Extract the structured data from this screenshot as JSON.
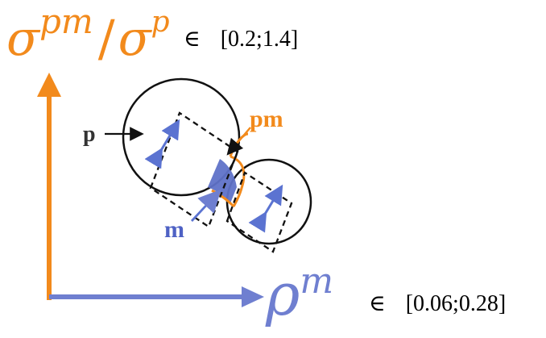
{
  "labels": {
    "y_label": {
      "base": "σ",
      "sup": "pm",
      "separator": "/",
      "base2": "σ",
      "sup2": "p",
      "membership": "∈",
      "range": "[0.2;1.4]"
    },
    "x_label": {
      "base": "ρ",
      "sup": "m",
      "membership": "∈",
      "range": "[0.06;0.28]"
    },
    "particle": "p",
    "pair": "pm",
    "meniscus": "m"
  },
  "colors": {
    "orange": "#f28a1c",
    "blue": "#6f7fd0",
    "blue_dark": "#4e61c4",
    "circle_stroke": "#111111",
    "label_gray": "#333333"
  }
}
